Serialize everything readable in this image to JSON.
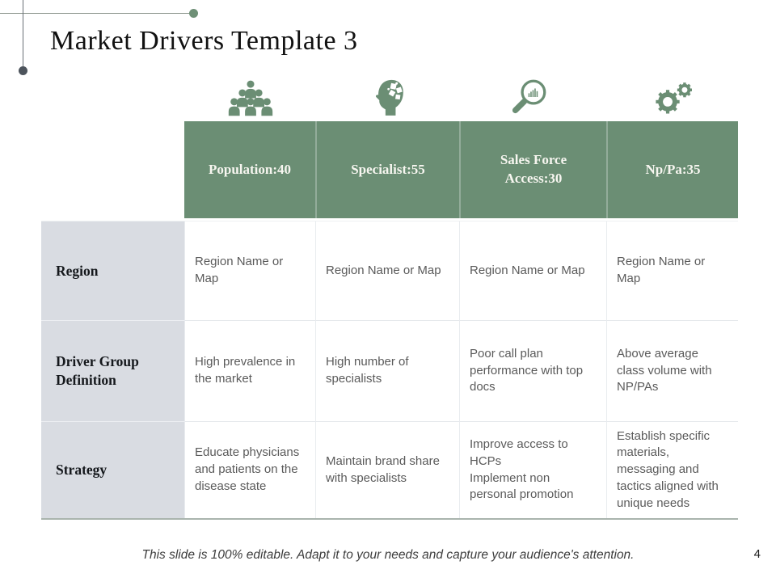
{
  "slide": {
    "title": "Market Drivers Template 3",
    "footer": "This slide is 100% editable. Adapt it to your needs and capture your audience's attention.",
    "page_number": "4"
  },
  "colors": {
    "header_green": "#6b8e74",
    "header_divider_green": "#93ac9a",
    "label_column_gray": "#d9dce2",
    "body_text_gray": "#5a5a5a",
    "accent_dot_green": "#6f9077",
    "accent_dot_gray": "#4d545c"
  },
  "icons": {
    "population": "people-group-icon",
    "specialist": "head-puzzle-icon",
    "sales_force": "magnifier-bar-chart-icon",
    "np_pa": "gears-icon"
  },
  "table": {
    "column_headers": [
      "Population:40",
      "Specialist:55",
      "Sales Force Access:30",
      "Np/Pa:35"
    ],
    "row_headers": [
      "Region",
      "Driver Group Definition",
      "Strategy"
    ],
    "rows": [
      [
        "Region Name or Map",
        "Region Name or Map",
        "Region Name or Map",
        "Region Name or Map"
      ],
      [
        "High prevalence in the market",
        "High number of specialists",
        "Poor call plan performance with top docs",
        "Above average class volume with NP/PAs"
      ],
      [
        "Educate physicians and patients on the disease state",
        "Maintain brand share with specialists",
        "Improve access to HCPs\nImplement non personal promotion",
        "Establish specific materials, messaging and tactics aligned with unique needs"
      ]
    ]
  }
}
